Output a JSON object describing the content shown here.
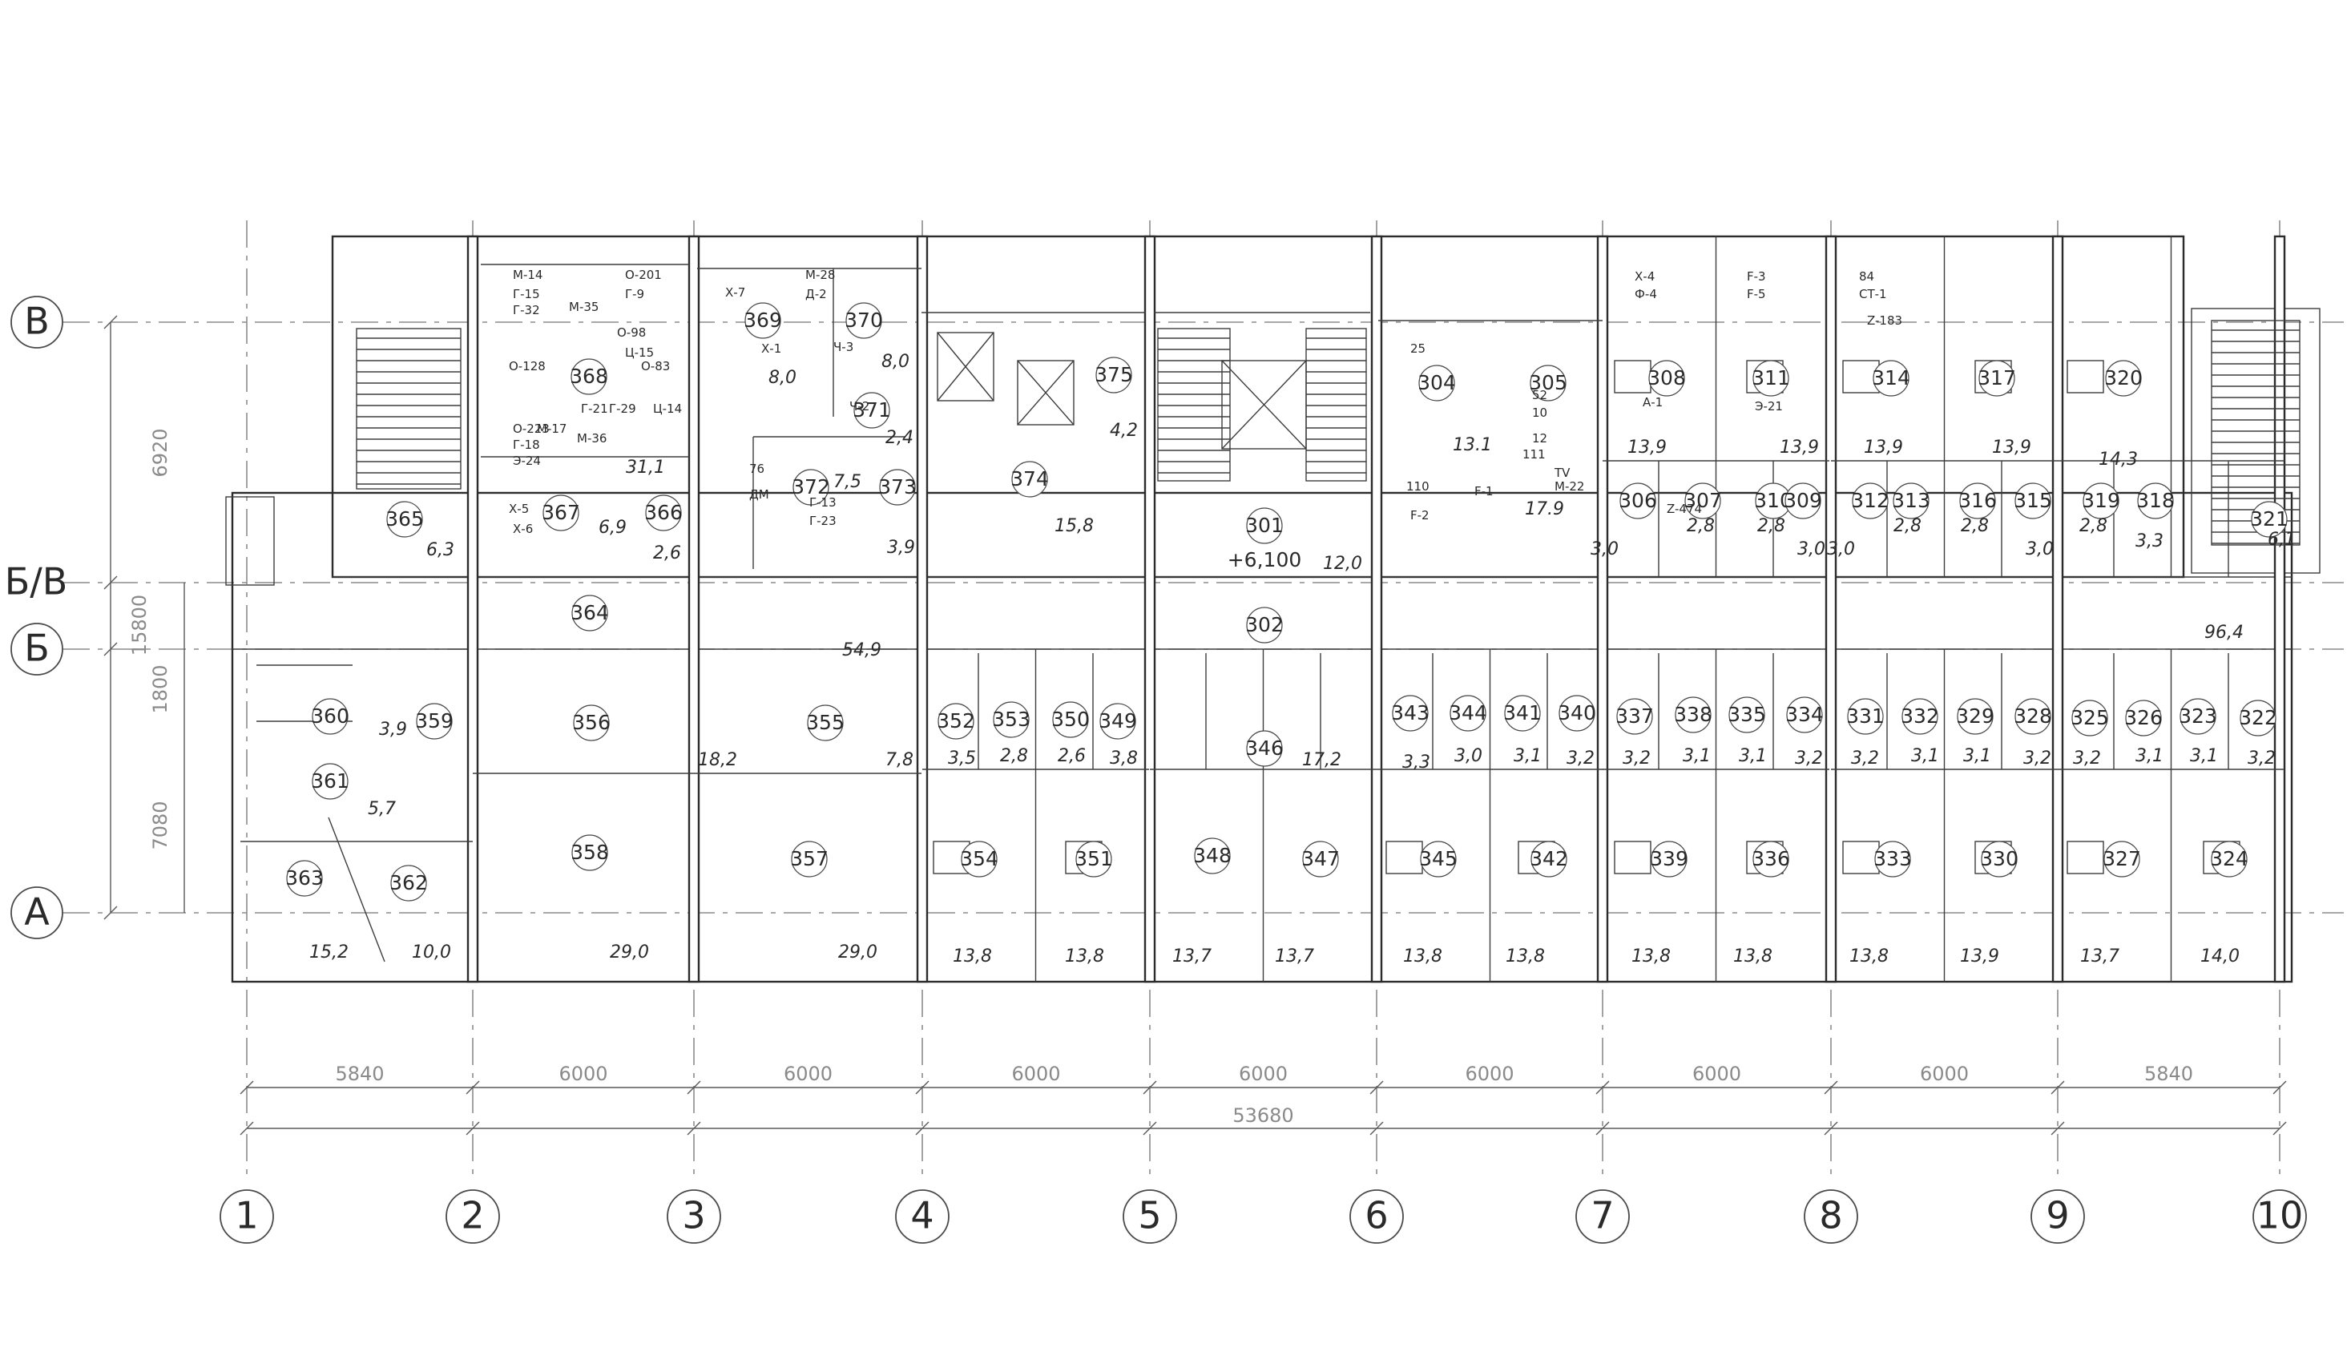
{
  "axes_columns": [
    "1",
    "2",
    "3",
    "4",
    "5",
    "6",
    "7",
    "8",
    "9",
    "10"
  ],
  "axes_rows": [
    "В",
    "Б/В",
    "Б",
    "А"
  ],
  "dim_bays": [
    "5840",
    "6000",
    "6000",
    "6000",
    "6000",
    "6000",
    "6000",
    "6000",
    "5840"
  ],
  "dim_total": "53680",
  "dim_vertical": [
    "6920",
    "15800",
    "1800",
    "7080"
  ],
  "rooms": [
    {
      "n": "365",
      "a": "6,3"
    },
    {
      "n": "368",
      "a": "31,1"
    },
    {
      "n": "367",
      "a": "6,9"
    },
    {
      "n": "366",
      "a": "2,6"
    },
    {
      "n": "369",
      "a": "8,0"
    },
    {
      "n": "370",
      "a": "8,0"
    },
    {
      "n": "371",
      "a": "2,4"
    },
    {
      "n": "372",
      "a": "7,5"
    },
    {
      "n": "373",
      "a": "3,9"
    },
    {
      "n": "374",
      "a": "15,8"
    },
    {
      "n": "375",
      "a": "4,2"
    },
    {
      "n": "301",
      "a": "12,0"
    },
    {
      "n": "304",
      "a": "13.1"
    },
    {
      "n": "305",
      "a": "17.9"
    },
    {
      "n": "308",
      "a": ""
    },
    {
      "n": "311",
      "a": ""
    },
    {
      "n": "314",
      "a": ""
    },
    {
      "n": "317",
      "a": ""
    },
    {
      "n": "320",
      "a": ""
    },
    {
      "n": "306",
      "a": "3,0"
    },
    {
      "n": "307",
      "a": "2,8"
    },
    {
      "n": "310",
      "a": "2,8"
    },
    {
      "n": "309",
      "a": "3,0"
    },
    {
      "n": "312",
      "a": "3,0"
    },
    {
      "n": "313",
      "a": "2,8"
    },
    {
      "n": "316",
      "a": "2,8"
    },
    {
      "n": "315",
      "a": "3,0"
    },
    {
      "n": "319",
      "a": "2,8"
    },
    {
      "n": "318",
      "a": "3,3"
    },
    {
      "n": "321",
      "a": "6,1"
    },
    {
      "n": "364",
      "a": "54,9"
    },
    {
      "n": "302",
      "a": "96,4"
    },
    {
      "n": "360",
      "a": "3,9"
    },
    {
      "n": "359",
      "a": ""
    },
    {
      "n": "361",
      "a": "5,7"
    },
    {
      "n": "363",
      "a": "15,2"
    },
    {
      "n": "362",
      "a": "10,0"
    },
    {
      "n": "356",
      "a": "18,2"
    },
    {
      "n": "358",
      "a": "29,0"
    },
    {
      "n": "355",
      "a": "7,8"
    },
    {
      "n": "357",
      "a": "29,0"
    },
    {
      "n": "352",
      "a": "3,5"
    },
    {
      "n": "353",
      "a": "2,8"
    },
    {
      "n": "350",
      "a": "2,6"
    },
    {
      "n": "349",
      "a": "3,8"
    },
    {
      "n": "354",
      "a": "13,8"
    },
    {
      "n": "351",
      "a": "13,8"
    },
    {
      "n": "346",
      "a": "17,2"
    },
    {
      "n": "348",
      "a": "13,7"
    },
    {
      "n": "347",
      "a": "13,7"
    },
    {
      "n": "343",
      "a": "3,3"
    },
    {
      "n": "344",
      "a": "3,0"
    },
    {
      "n": "341",
      "a": "3,1"
    },
    {
      "n": "340",
      "a": "3,2"
    },
    {
      "n": "345",
      "a": "13,8"
    },
    {
      "n": "342",
      "a": "13,8"
    },
    {
      "n": "337",
      "a": "3,2"
    },
    {
      "n": "338",
      "a": "3,1"
    },
    {
      "n": "335",
      "a": "3,1"
    },
    {
      "n": "334",
      "a": "3,2"
    },
    {
      "n": "339",
      "a": "13,8"
    },
    {
      "n": "336",
      "a": "13,8"
    },
    {
      "n": "331",
      "a": "3,2"
    },
    {
      "n": "332",
      "a": "3,1"
    },
    {
      "n": "329",
      "a": "3,1"
    },
    {
      "n": "328",
      "a": "3,2"
    },
    {
      "n": "333",
      "a": "13,8"
    },
    {
      "n": "330",
      "a": "13,9"
    },
    {
      "n": "325",
      "a": "3,2"
    },
    {
      "n": "326",
      "a": "3,1"
    },
    {
      "n": "323",
      "a": "3,1"
    },
    {
      "n": "322",
      "a": "3,2"
    },
    {
      "n": "327",
      "a": "13,7"
    },
    {
      "n": "324",
      "a": "14,0"
    }
  ],
  "elevation_mark": "+6,100",
  "upper_room_areas": [
    "13,9",
    "13,9",
    "13,9",
    "13,9",
    "14,3"
  ],
  "equipment_tags": [
    "М-14",
    "Г-15",
    "Г-32",
    "М-35",
    "О-201",
    "Г-9",
    "О-98",
    "О-128",
    "Ц-15",
    "О-83",
    "О-223",
    "М-17",
    "Г-21",
    "Г-29",
    "Г-18",
    "М-36",
    "Э-24",
    "Ц-14",
    "Х-5",
    "Х-6",
    "Х-7",
    "М-28",
    "Д-2",
    "Х-1",
    "Ч-3",
    "Ч-2",
    "76",
    "ДМ",
    "Г-13",
    "Г-23",
    "25",
    "52",
    "10",
    "12",
    "111",
    "110",
    "F-2",
    "F-1",
    "TV",
    "М-22",
    "Х-4",
    "Ф-4",
    "F-3",
    "F-5",
    "84",
    "СТ-1",
    "Z-474",
    "Z-183",
    "А-1",
    "Э-21"
  ]
}
